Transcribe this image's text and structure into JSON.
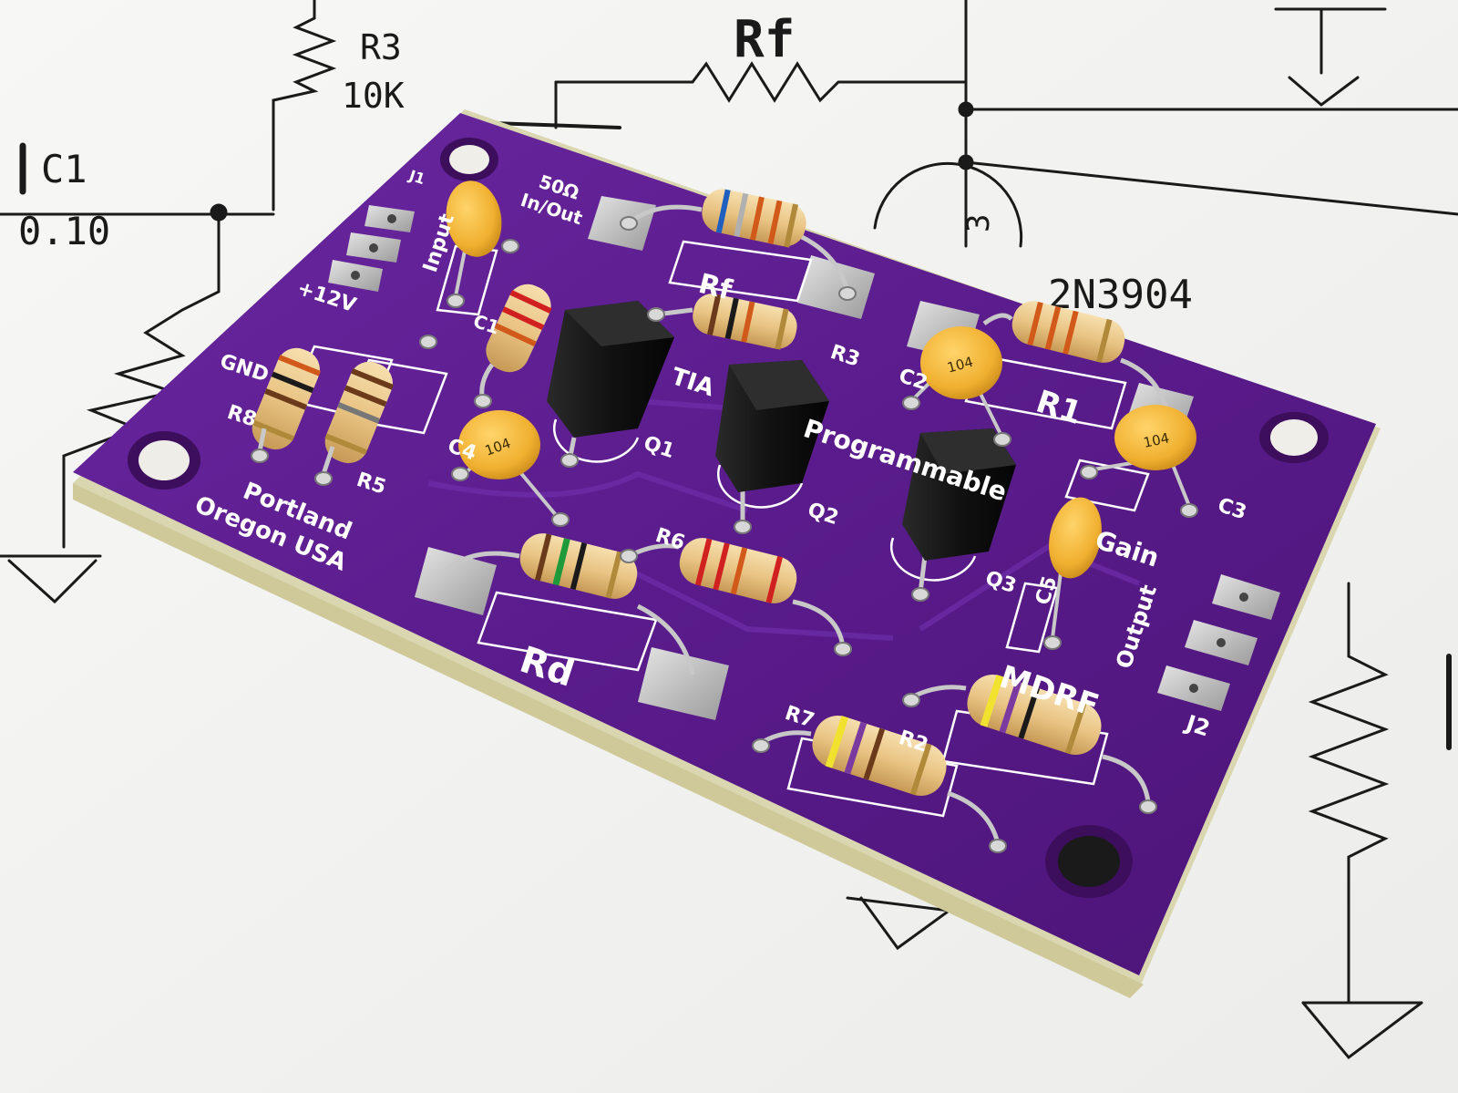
{
  "schematic": {
    "labels": [
      {
        "key": "r3",
        "text": "R3"
      },
      {
        "key": "r3_val",
        "text": "10K"
      },
      {
        "key": "rf",
        "text": "Rf"
      },
      {
        "key": "c1",
        "text": "C1"
      },
      {
        "key": "c1_val",
        "text": "0.10"
      },
      {
        "key": "pin3",
        "text": "3"
      },
      {
        "key": "transistor",
        "text": "2N3904"
      }
    ]
  },
  "board": {
    "color": "#5a1d8a",
    "silkscreen": {
      "j1": "J1",
      "ohm": "50Ω",
      "inout": "In/Out",
      "input": "Input",
      "plus12": "+12V",
      "gnd": "GND",
      "rf": "Rf",
      "c1": "C1",
      "tia": "TIA",
      "r3": "R3",
      "c2": "C2",
      "r1": "R1",
      "r8": "R8",
      "r5": "R5",
      "q1": "Q1",
      "q2": "Q2",
      "q3": "Q3",
      "programmable": "Programmable",
      "gain": "Gain",
      "c3": "C3",
      "c4": "C4",
      "c5": "C5",
      "output": "Output",
      "j2": "J2",
      "r6": "R6",
      "rd": "Rd",
      "r7": "R7",
      "r2": "R2",
      "mdrf": "MDRF",
      "portland": "Portland",
      "oregon": "Oregon USA"
    },
    "capacitor_marking": "104"
  }
}
